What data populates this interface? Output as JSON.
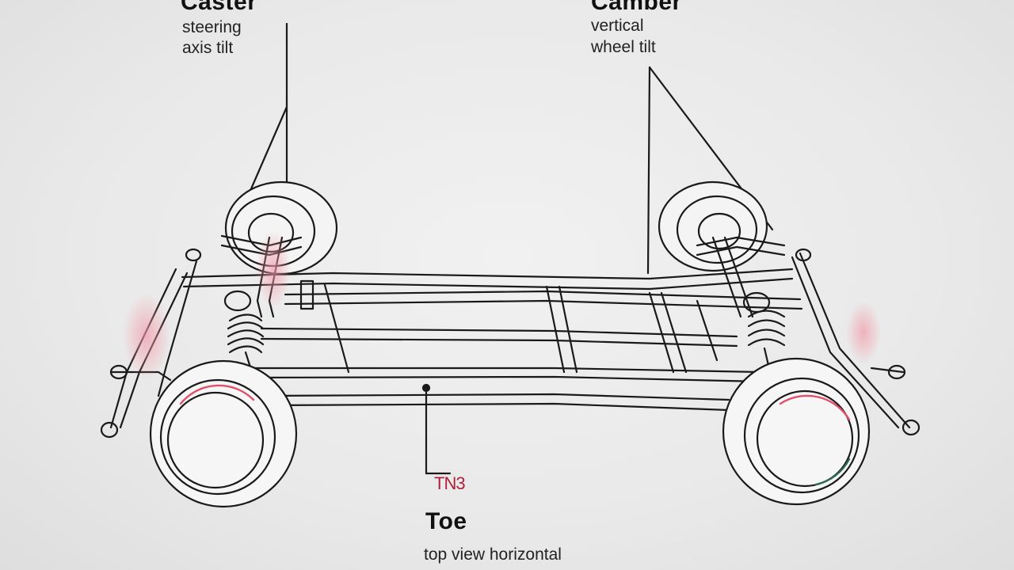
{
  "labels": {
    "caster": {
      "title": "Caster",
      "line1": "steering",
      "line2": "axis tilt"
    },
    "camber": {
      "title": "Camber",
      "line1": "vertical",
      "line2": "wheel tilt"
    },
    "toe": {
      "code": "TN3",
      "title": "Toe",
      "line1": "top view horizontal"
    }
  },
  "colors": {
    "stroke": "#1a1a1a",
    "accent_red": "#e0506a",
    "accent_green": "#2e6b52",
    "background": "#ececec"
  }
}
